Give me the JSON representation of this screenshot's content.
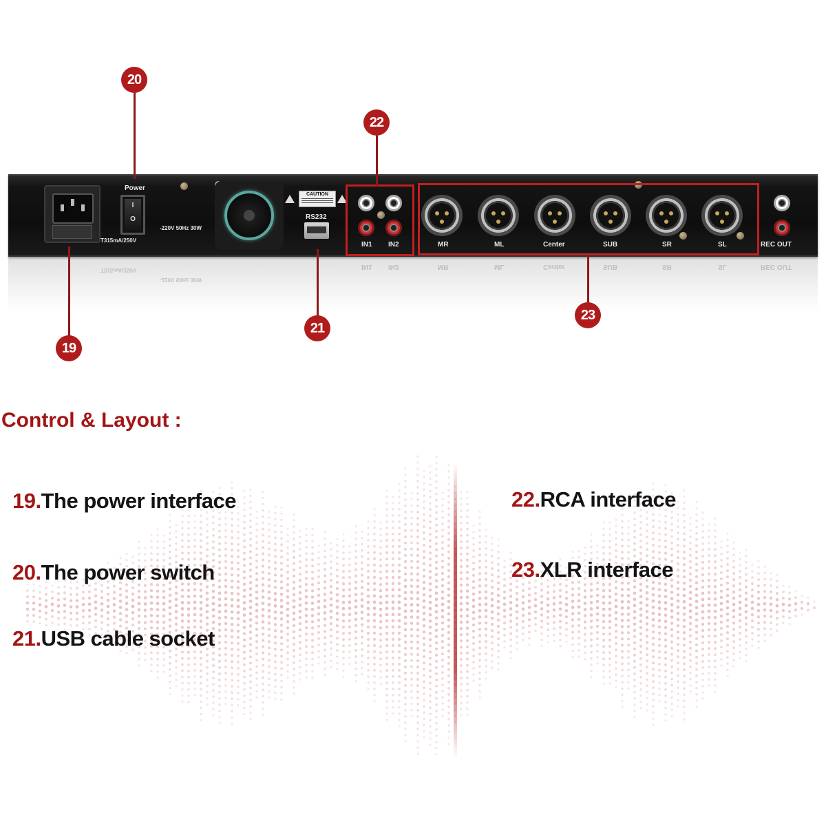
{
  "device": {
    "power_label": "Power",
    "fuse_label": "T315mA/250V",
    "voltage_label": "-220V 50Hz 30W",
    "caution_label": "CAUTION",
    "usb_label": "RS232",
    "rca_inputs": [
      "IN1",
      "IN2"
    ],
    "xlr_outputs": [
      "MR",
      "ML",
      "Center",
      "SUB",
      "SR",
      "SL"
    ],
    "rec_out_label": "REC OUT",
    "switch_on": "I",
    "switch_off": "O"
  },
  "callouts": {
    "c19": "19",
    "c20": "20",
    "c21": "21",
    "c22": "22",
    "c23": "23"
  },
  "section": {
    "title": "Control & Layout :"
  },
  "features": [
    {
      "num": "19.",
      "text": "The power interface"
    },
    {
      "num": "20.",
      "text": "The power switch"
    },
    {
      "num": "21.",
      "text": "USB cable socket"
    },
    {
      "num": "22.",
      "text": "RCA interface"
    },
    {
      "num": "23.",
      "text": "XLR interface"
    }
  ],
  "colors": {
    "accent": "#a31515",
    "badge": "#b01c1c",
    "highlight_box": "#c21f1f",
    "wave_dot": "#d98c8c"
  }
}
